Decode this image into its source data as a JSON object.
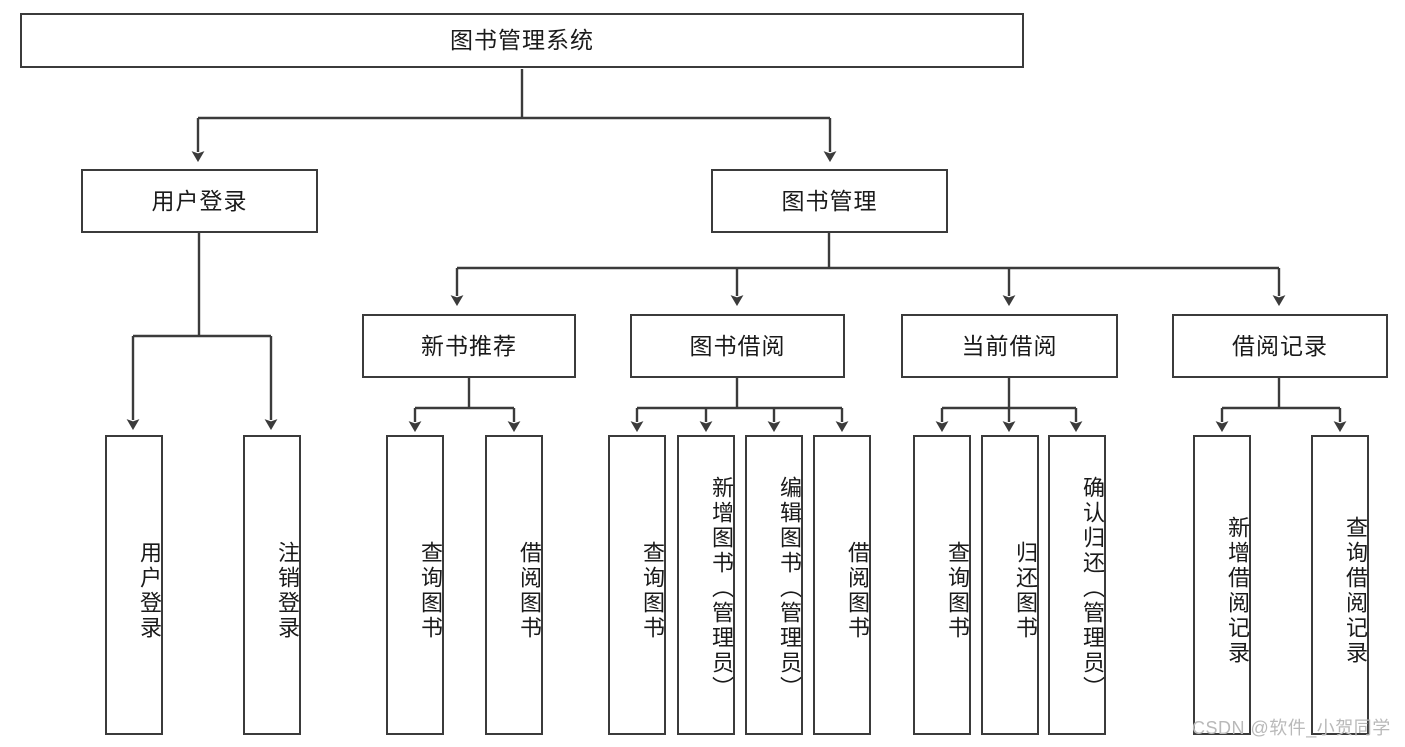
{
  "diagram": {
    "title": "图书管理系统",
    "type": "hierarchy-tree",
    "theme": {
      "background": "#ffffff",
      "stroke": "#3b3b3b",
      "text": "#1a1a1a",
      "watermark": "#b9b9b9"
    },
    "root": {
      "label": "图书管理系统"
    },
    "level1": [
      {
        "label": "用户登录"
      },
      {
        "label": "图书管理"
      }
    ],
    "level2": [
      {
        "label": "新书推荐"
      },
      {
        "label": "图书借阅"
      },
      {
        "label": "当前借阅"
      },
      {
        "label": "借阅记录"
      }
    ],
    "leaves": {
      "user_login": [
        {
          "label": "用户登录"
        },
        {
          "label": "注销登录"
        }
      ],
      "new_book": [
        {
          "label": "查询图书"
        },
        {
          "label": "借阅图书"
        }
      ],
      "book_borrow": [
        {
          "label": "查询图书"
        },
        {
          "label": "新增图书（管理员）"
        },
        {
          "label": "编辑图书（管理员）"
        },
        {
          "label": "借阅图书"
        }
      ],
      "current_borrow": [
        {
          "label": "查询图书"
        },
        {
          "label": "归还图书"
        },
        {
          "label": "确认归还（管理员）"
        }
      ],
      "borrow_record": [
        {
          "label": "新增借阅记录"
        },
        {
          "label": "查询借阅记录"
        }
      ]
    }
  },
  "watermark": {
    "text": "CSDN @软件_小贺同学"
  }
}
